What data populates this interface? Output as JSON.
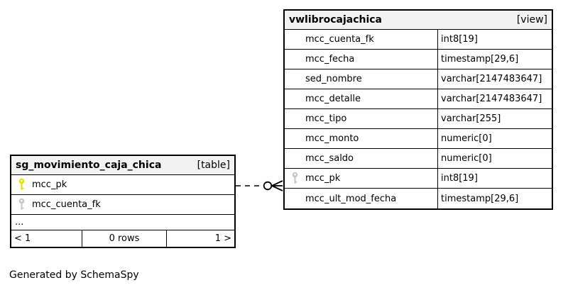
{
  "page": {
    "footer_text": "Generated by SchemaSpy"
  },
  "colors": {
    "primary_key": "#e2e200",
    "foreign_key": "#c6c6c6",
    "border": "#000000",
    "header_bg": "#f2f2f2"
  },
  "left_table": {
    "title": "sg_movimiento_caja_chica",
    "badge": "[table]",
    "rows": [
      {
        "icon": "primary-key",
        "name": "mcc_pk"
      },
      {
        "icon": "foreign-key",
        "name": "mcc_cuenta_fk"
      }
    ],
    "ellipsis": "...",
    "pager": {
      "prev": "< 1",
      "count": "0 rows",
      "next": "1 >"
    }
  },
  "view_table": {
    "title": "vwlibrocajachica",
    "badge": "[view]",
    "rows": [
      {
        "icon": "",
        "name": "mcc_cuenta_fk",
        "type": "int8[19]"
      },
      {
        "icon": "",
        "name": "mcc_fecha",
        "type": "timestamp[29,6]"
      },
      {
        "icon": "",
        "name": "sed_nombre",
        "type": "varchar[2147483647]"
      },
      {
        "icon": "",
        "name": "mcc_detalle",
        "type": "varchar[2147483647]"
      },
      {
        "icon": "",
        "name": "mcc_tipo",
        "type": "varchar[255]"
      },
      {
        "icon": "",
        "name": "mcc_monto",
        "type": "numeric[0]"
      },
      {
        "icon": "",
        "name": "mcc_saldo",
        "type": "numeric[0]"
      },
      {
        "icon": "foreign-key",
        "name": "mcc_pk",
        "type": "int8[19]"
      },
      {
        "icon": "",
        "name": "mcc_ult_mod_fecha",
        "type": "timestamp[29,6]"
      }
    ]
  },
  "relationship": {
    "style": "dashed",
    "from": "sg_movimiento_caja_chica.mcc_pk",
    "to": "vwlibrocajachica.mcc_pk"
  }
}
